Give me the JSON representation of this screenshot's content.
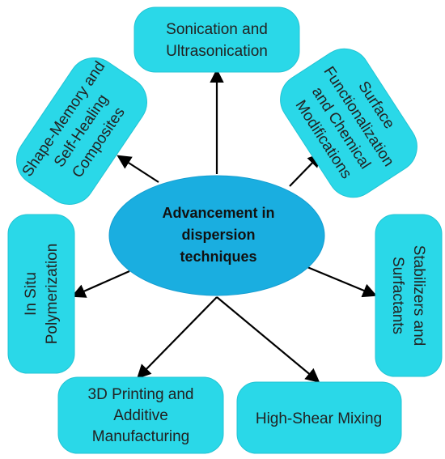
{
  "center": {
    "lines": [
      "Advancement in",
      "dispersion",
      "techniques"
    ]
  },
  "nodes": {
    "sonication": {
      "lines": [
        "Sonication and",
        "Ultrasonication"
      ]
    },
    "surface": {
      "lines": [
        "Surface",
        "Functionalization",
        "and Chemical",
        "Modifications"
      ]
    },
    "stabilizers": {
      "lines": [
        "Stabilizers and",
        "Surfactants"
      ]
    },
    "high_shear": {
      "lines": [
        "High-Shear Mixing"
      ]
    },
    "printing": {
      "lines": [
        "3D Printing and",
        "Additive",
        "Manufacturing"
      ]
    },
    "in_situ": {
      "lines": [
        "In Situ",
        "Polymerization"
      ]
    },
    "shape_memory": {
      "lines": [
        "Shape-Memory and",
        "Self-Healing",
        "Composites"
      ]
    }
  },
  "colors": {
    "node_fill": "#2ad8e8",
    "center_fill": "#1aaee0",
    "arrow": "#000000"
  }
}
